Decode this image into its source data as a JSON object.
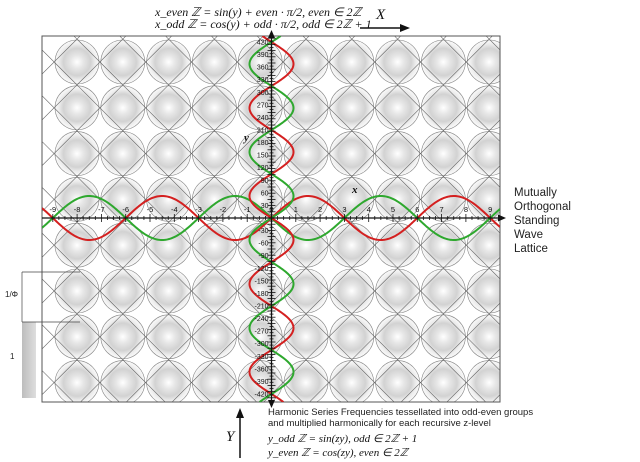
{
  "equations_top": {
    "line1": "x_even ℤ = sin(y) + even · π/2, even ∈ 2ℤ",
    "line2": "x_odd ℤ = cos(y) + odd · π/2, odd ∈ 2ℤ + 1"
  },
  "x_arrow_label": "X",
  "y_arrow_label": "Y",
  "title_lines": [
    "Mutually",
    "Orthogonal",
    "Standing",
    "Wave",
    "Lattice"
  ],
  "note_lines": [
    "Harmonic Series Frequencies tessellated into odd-even groups",
    "and multiplied harmonically for each recursive z-level"
  ],
  "equations_bottom": {
    "line1": "y_odd ℤ = sin(zy), odd ∈ 2ℤ + 1",
    "line2": "y_even ℤ = cos(zy), even ∈ 2ℤ"
  },
  "axis_names": {
    "x": "x",
    "y": "y"
  },
  "scale_labels": {
    "phi": "1/Φ",
    "one": "1"
  },
  "x_ticks": [
    "-9",
    "-8",
    "-7",
    "-6",
    "-5",
    "-4",
    "-3",
    "-2",
    "-1",
    "0",
    "1",
    "2",
    "3",
    "4",
    "5",
    "6",
    "7",
    "8",
    "9"
  ],
  "y_ticks_upper": [
    "420",
    "390",
    "360",
    "330",
    "300",
    "270",
    "240",
    "210",
    "180",
    "150",
    "120",
    "90",
    "60",
    "30"
  ],
  "y_ticks_lower": [
    "-30",
    "-60",
    "-90",
    "-120",
    "-150",
    "-180",
    "-210",
    "-240",
    "-270",
    "-300",
    "-330",
    "-360",
    "-390",
    "-420"
  ],
  "colors": {
    "wave_red": "#d42020",
    "wave_green": "#2ea82e",
    "lattice": "#666666",
    "circle": "#888888",
    "scale_bar": "#c8c8c8",
    "text": "#111111"
  }
}
